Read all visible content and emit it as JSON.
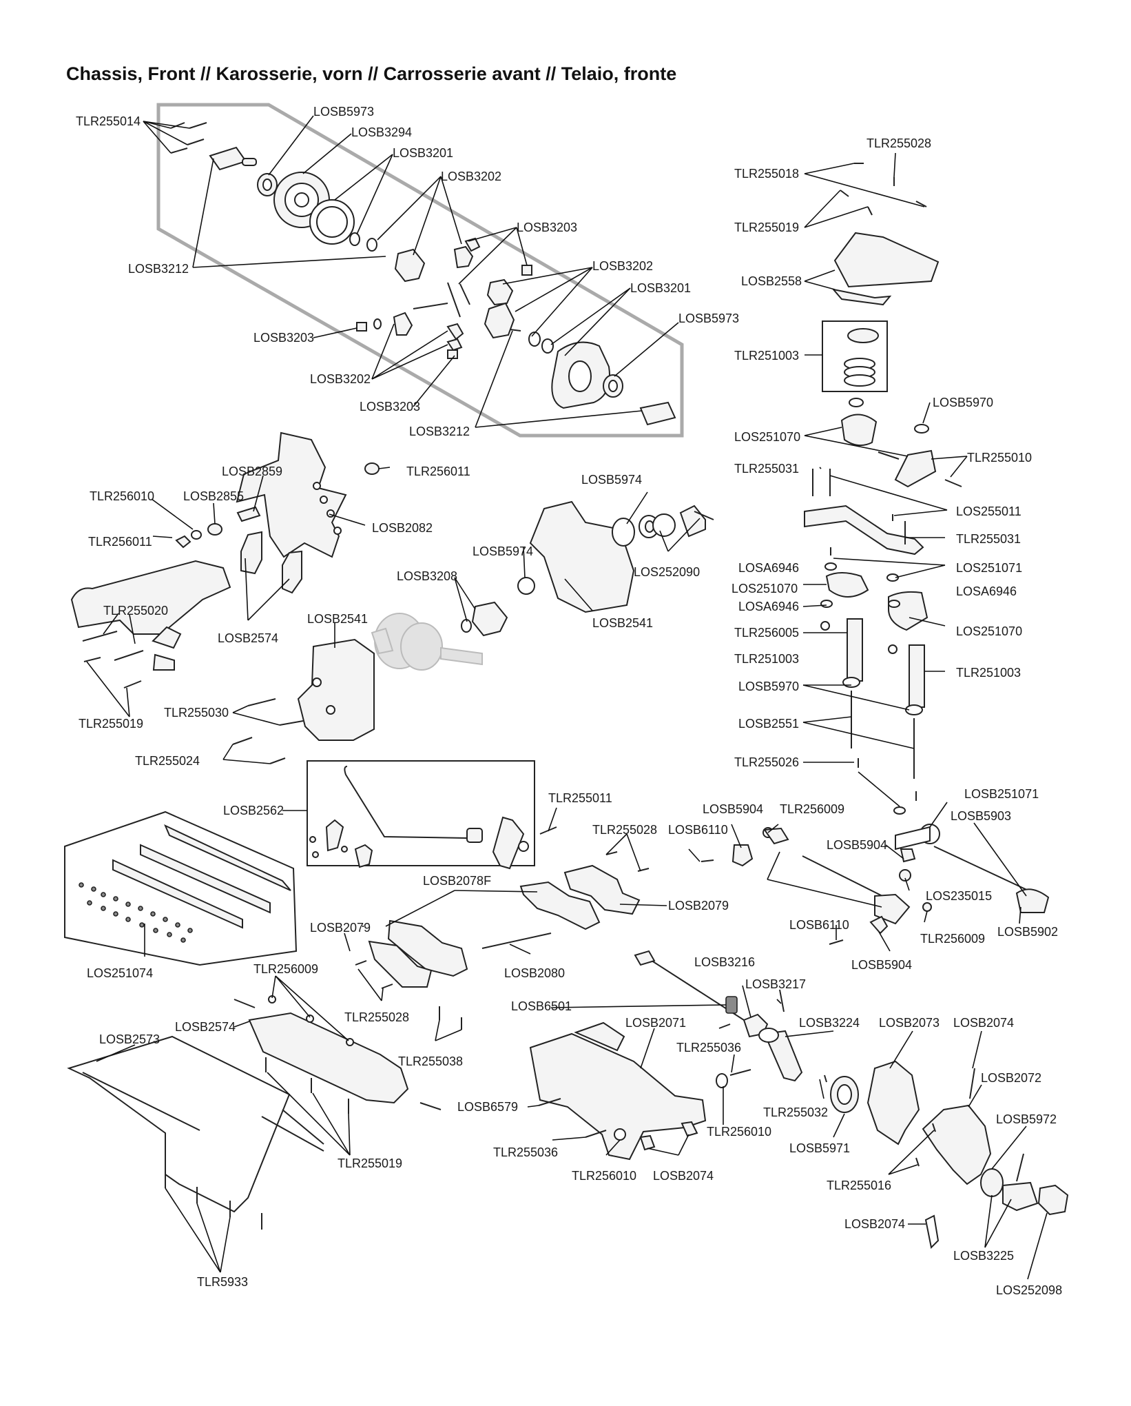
{
  "title": "Chassis, Front // Karosserie, vorn // Carrosserie avant // Telaio, fronte",
  "labels": [
    {
      "id": "l1",
      "text": "TLR255014"
    },
    {
      "id": "l2",
      "text": "LOSB5973"
    },
    {
      "id": "l3",
      "text": "LOSB3294"
    },
    {
      "id": "l4",
      "text": "LOSB3201"
    },
    {
      "id": "l5",
      "text": "LOSB3202"
    },
    {
      "id": "l6",
      "text": "LOSB3203"
    },
    {
      "id": "l7",
      "text": "LOSB3212"
    },
    {
      "id": "l8",
      "text": "LOSB3202"
    },
    {
      "id": "l9",
      "text": "LOSB3201"
    },
    {
      "id": "l10",
      "text": "LOSB5973"
    },
    {
      "id": "l11",
      "text": "LOSB3203"
    },
    {
      "id": "l12",
      "text": "LOSB3202"
    },
    {
      "id": "l13",
      "text": "LOSB3203"
    },
    {
      "id": "l14",
      "text": "LOSB3212"
    },
    {
      "id": "l15",
      "text": "TLR255028"
    },
    {
      "id": "l16",
      "text": "TLR255018"
    },
    {
      "id": "l17",
      "text": "TLR255019"
    },
    {
      "id": "l18",
      "text": "LOSB2558"
    },
    {
      "id": "l19",
      "text": "TLR251003"
    },
    {
      "id": "l20",
      "text": "LOSB5970"
    },
    {
      "id": "l21",
      "text": "LOS251070"
    },
    {
      "id": "l22",
      "text": "TLR255010"
    },
    {
      "id": "l23",
      "text": "TLR255031"
    },
    {
      "id": "l24",
      "text": "LOS255011"
    },
    {
      "id": "l25",
      "text": "TLR255031"
    },
    {
      "id": "l26",
      "text": "LOSA6946"
    },
    {
      "id": "l27",
      "text": "LOS251071"
    },
    {
      "id": "l28",
      "text": "LOS251070"
    },
    {
      "id": "l29",
      "text": "LOSA6946"
    },
    {
      "id": "l30",
      "text": "LOSA6946"
    },
    {
      "id": "l31",
      "text": "TLR256005"
    },
    {
      "id": "l32",
      "text": "LOS251070"
    },
    {
      "id": "l33",
      "text": "TLR251003"
    },
    {
      "id": "l34",
      "text": "TLR251003"
    },
    {
      "id": "l35",
      "text": "LOSB5970"
    },
    {
      "id": "l36",
      "text": "LOSB2551"
    },
    {
      "id": "l37",
      "text": "TLR255026"
    },
    {
      "id": "l38",
      "text": "LOSB2859"
    },
    {
      "id": "l39",
      "text": "TLR256011"
    },
    {
      "id": "l40",
      "text": "TLR256010"
    },
    {
      "id": "l41",
      "text": "LOSB2855"
    },
    {
      "id": "l42",
      "text": "LOSB2082"
    },
    {
      "id": "l43",
      "text": "TLR256011"
    },
    {
      "id": "l44",
      "text": "TLR255020"
    },
    {
      "id": "l45",
      "text": "LOSB2574"
    },
    {
      "id": "l46",
      "text": "TLR255019"
    },
    {
      "id": "l47",
      "text": "LOSB5974"
    },
    {
      "id": "l48",
      "text": "LOSB5974"
    },
    {
      "id": "l49",
      "text": "LOS252090"
    },
    {
      "id": "l50",
      "text": "LOSB3208"
    },
    {
      "id": "l51",
      "text": "LOSB2541"
    },
    {
      "id": "l52",
      "text": "LOSB2541"
    },
    {
      "id": "l53",
      "text": "TLR255030"
    },
    {
      "id": "l54",
      "text": "TLR255024"
    },
    {
      "id": "l55",
      "text": "LOSB2562"
    },
    {
      "id": "l56",
      "text": "TLR255011"
    },
    {
      "id": "l57",
      "text": "TLR255028"
    },
    {
      "id": "l58",
      "text": "LOSB2078F"
    },
    {
      "id": "l59",
      "text": "LOSB2079"
    },
    {
      "id": "l60",
      "text": "LOSB2079"
    },
    {
      "id": "l61",
      "text": "LOSB2080"
    },
    {
      "id": "l62",
      "text": "TLR255028"
    },
    {
      "id": "l63",
      "text": "LOS251074"
    },
    {
      "id": "l64",
      "text": "TLR256009"
    },
    {
      "id": "l65",
      "text": "LOSB2574"
    },
    {
      "id": "l66",
      "text": "TLR255038"
    },
    {
      "id": "l67",
      "text": "LOSB2573"
    },
    {
      "id": "l68",
      "text": "TLR255019"
    },
    {
      "id": "l69",
      "text": "TLR5933"
    },
    {
      "id": "l70",
      "text": "LOSB5904"
    },
    {
      "id": "l71",
      "text": "TLR256009"
    },
    {
      "id": "l72",
      "text": "LOSB6110"
    },
    {
      "id": "l73",
      "text": "LOSB251071"
    },
    {
      "id": "l74",
      "text": "LOSB5903"
    },
    {
      "id": "l75",
      "text": "LOSB5904"
    },
    {
      "id": "l76",
      "text": "LOS235015"
    },
    {
      "id": "l77",
      "text": "LOSB6110"
    },
    {
      "id": "l78",
      "text": "TLR256009"
    },
    {
      "id": "l79",
      "text": "LOSB5902"
    },
    {
      "id": "l80",
      "text": "LOSB5904"
    },
    {
      "id": "l81",
      "text": "LOSB3216"
    },
    {
      "id": "l82",
      "text": "LOSB3217"
    },
    {
      "id": "l83",
      "text": "LOSB6501"
    },
    {
      "id": "l84",
      "text": "LOSB2071"
    },
    {
      "id": "l85",
      "text": "LOSB3224"
    },
    {
      "id": "l86",
      "text": "LOSB2073"
    },
    {
      "id": "l87",
      "text": "LOSB2074"
    },
    {
      "id": "l88",
      "text": "TLR255036"
    },
    {
      "id": "l89",
      "text": "LOSB2072"
    },
    {
      "id": "l90",
      "text": "LOSB6579"
    },
    {
      "id": "l91",
      "text": "TLR255032"
    },
    {
      "id": "l92",
      "text": "LOSB5972"
    },
    {
      "id": "l93",
      "text": "TLR256010"
    },
    {
      "id": "l94",
      "text": "TLR255036"
    },
    {
      "id": "l95",
      "text": "LOSB5971"
    },
    {
      "id": "l96",
      "text": "TLR256010"
    },
    {
      "id": "l97",
      "text": "LOSB2074"
    },
    {
      "id": "l98",
      "text": "TLR255016"
    },
    {
      "id": "l99",
      "text": "LOSB2074"
    },
    {
      "id": "l100",
      "text": "LOSB3225"
    },
    {
      "id": "l101",
      "text": "LOS252098"
    }
  ]
}
